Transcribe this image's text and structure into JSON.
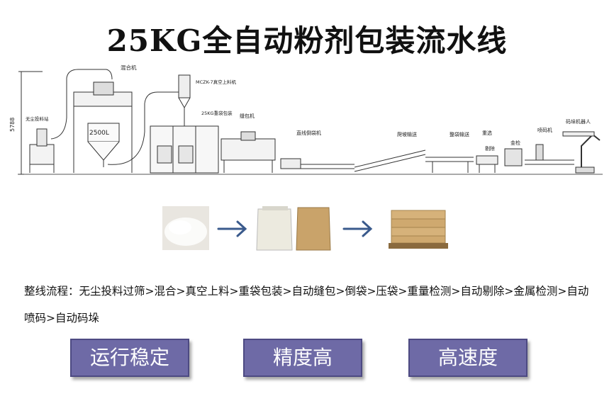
{
  "title": "25KG全自动粉剂包装流水线",
  "diagram": {
    "height_label": "5788",
    "mixer_label": "混合机",
    "feeder_label": "无尘投料站",
    "tank_label": "2500L",
    "vacuum_label": "MCZK-7真空上料机",
    "packer_label": "25KG重袋包装",
    "sewing_label": "缝包机",
    "turner_label": "直线倒袋机",
    "climb_label": "爬坡输送",
    "press_label": "整袋输送",
    "weigh_label": "重选",
    "reject_label": "剔除",
    "metal_label": "金检",
    "printer_label": "喷码机",
    "robot_label": "码垛机器人"
  },
  "flow_text": "整线流程：无尘投料过筛>混合>真空上料>重袋包装>自动缝包>倒袋>压袋>重量检测>自动剔除>金属检测>自动喷码>自动码垛",
  "features": [
    "运行稳定",
    "精度高",
    "高速度"
  ],
  "colors": {
    "button": "#6e6aa6",
    "arrow": "#3a5a8c"
  }
}
